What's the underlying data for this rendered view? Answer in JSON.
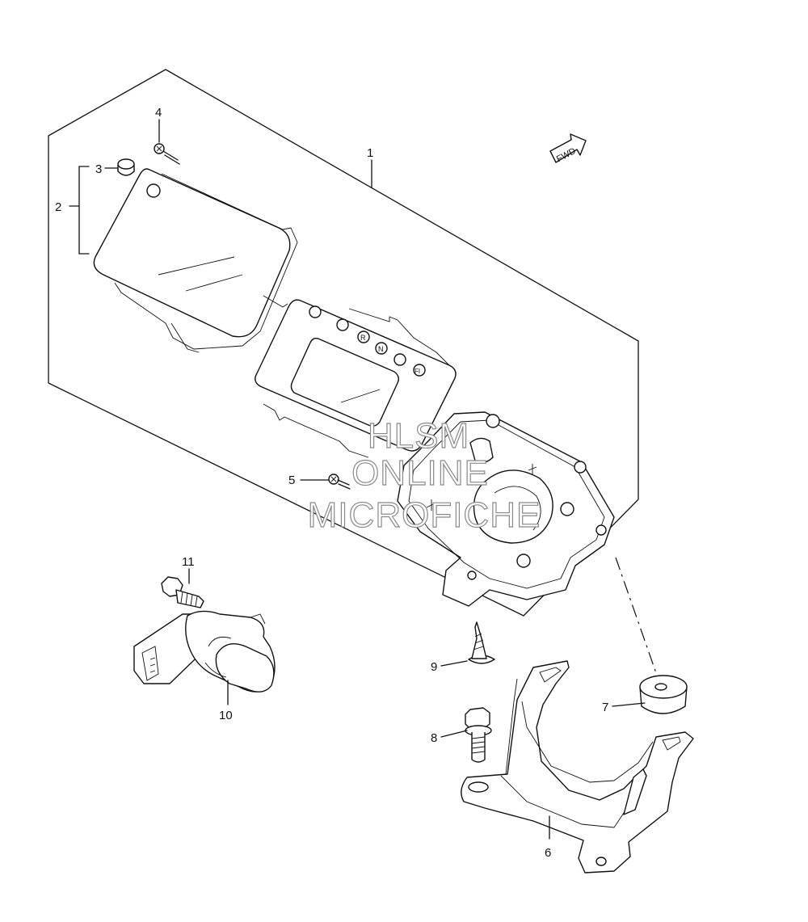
{
  "diagram": {
    "callouts": {
      "c1": "1",
      "c2": "2",
      "c3": "3",
      "c4": "4",
      "c5": "5",
      "c6": "6",
      "c7": "7",
      "c8": "8",
      "c9": "9",
      "c10": "10",
      "c11": "11"
    },
    "fwd_label": "FWD",
    "watermark": {
      "line1": "HLSM",
      "line2": "ONLINE",
      "line3": "MICROFICHE"
    },
    "indicator_letters": {
      "r": "R",
      "n": "N",
      "fi": "FI"
    }
  }
}
